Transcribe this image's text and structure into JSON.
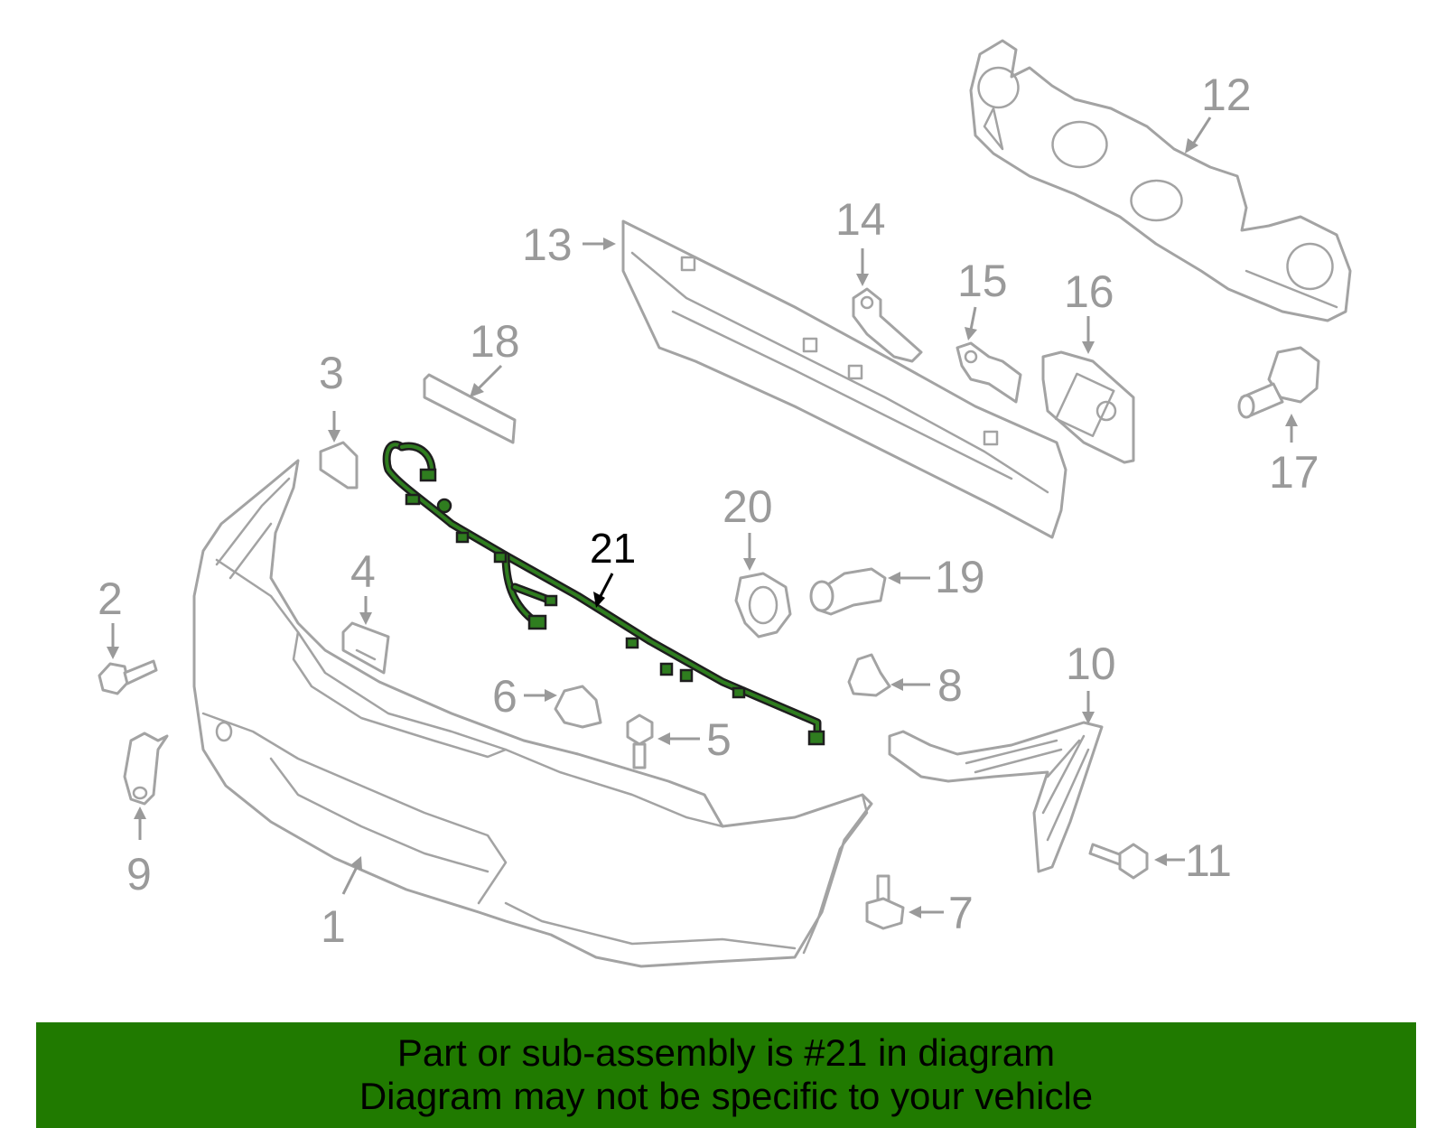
{
  "callouts": {
    "c1": "1",
    "c2": "2",
    "c3": "3",
    "c4": "4",
    "c5": "5",
    "c6": "6",
    "c7": "7",
    "c8": "8",
    "c9": "9",
    "c10": "10",
    "c11": "11",
    "c12": "12",
    "c13": "13",
    "c14": "14",
    "c15": "15",
    "c16": "16",
    "c17": "17",
    "c18": "18",
    "c19": "19",
    "c20": "20",
    "c21": "21"
  },
  "highlight": {
    "part_number": "21",
    "color": "#2f7d1f"
  },
  "colors": {
    "banner": "#207a00",
    "part_lines": "#a3a3a3",
    "callout_gray": "#9a9a9a"
  },
  "banner": {
    "line1": "Part or sub-assembly is #21 in diagram",
    "line2": "Diagram may not be specific to your vehicle"
  }
}
